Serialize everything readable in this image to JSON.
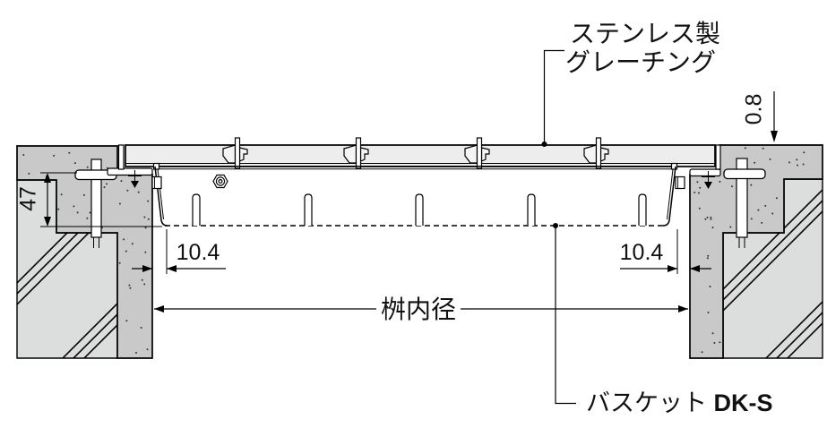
{
  "drawing": {
    "callouts": {
      "grating_line1": "ステンレス製",
      "grating_line2": "グレーチング",
      "basket_name": "バスケット ",
      "basket_model": "DK-S"
    },
    "dimensions": {
      "edge_offset": "0.8",
      "frame_depth": "47",
      "gap_left": "10.4",
      "gap_right": "10.4",
      "pit_inner_width": "桝内径"
    },
    "colors": {
      "concrete": "#c9c9c9",
      "base": "#dcdddd",
      "grating": "#ededed",
      "line": "#000000"
    }
  }
}
